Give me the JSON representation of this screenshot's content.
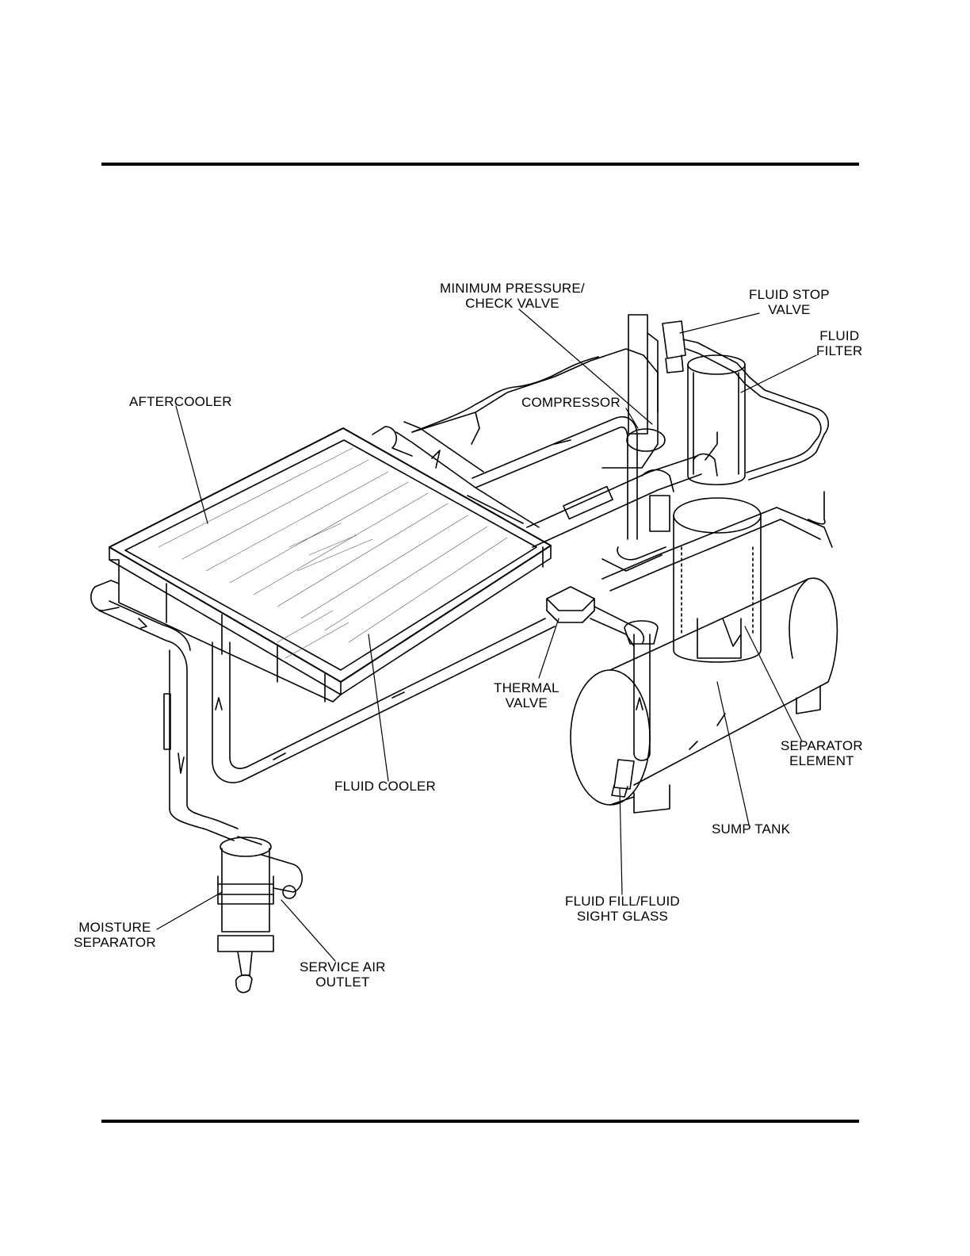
{
  "labels": {
    "min_pressure": [
      "MINIMUM PRESSURE/",
      "CHECK VALVE"
    ],
    "fluid_stop": [
      "FLUID STOP",
      "VALVE"
    ],
    "fluid_filter": [
      "FLUID",
      "FILTER"
    ],
    "aftercooler": [
      "AFTERCOOLER"
    ],
    "compressor": [
      "COMPRESSOR"
    ],
    "thermal_valve": [
      "THERMAL",
      "VALVE"
    ],
    "separator_element": [
      "SEPARATOR",
      "ELEMENT"
    ],
    "fluid_cooler": [
      "FLUID COOLER"
    ],
    "sump_tank": [
      "SUMP TANK"
    ],
    "fluid_fill": [
      "FLUID FILL/FLUID",
      "SIGHT GLASS"
    ],
    "moisture_separator": [
      "MOISTURE",
      "SEPARATOR"
    ],
    "service_air": [
      "SERVICE AIR",
      "OUTLET"
    ]
  }
}
